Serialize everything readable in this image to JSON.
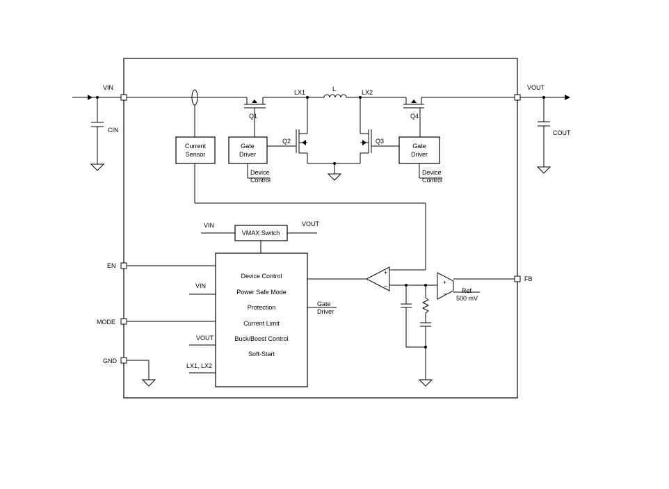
{
  "pins": {
    "vin": "VIN",
    "vout": "VOUT",
    "en": "EN",
    "mode": "MODE",
    "gnd": "GND",
    "fb": "FB"
  },
  "caps": {
    "cin": "CIN",
    "cout": "COUT"
  },
  "inductor": "L",
  "nodes": {
    "lx1": "LX1",
    "lx2": "LX2"
  },
  "transistors": {
    "q1": "Q1",
    "q2": "Q2",
    "q3": "Q3",
    "q4": "Q4"
  },
  "blocks": {
    "current_sensor": [
      "Current",
      "Sensor"
    ],
    "gate_driver_left": [
      "Gate",
      "Driver"
    ],
    "gate_driver_right": [
      "Gate",
      "Driver"
    ],
    "vmax_switch": "VMAX Switch",
    "control_block": [
      "Device Control",
      "Power Safe Mode",
      "Protection",
      "Current Limit",
      "Buck/Boost Control",
      "Soft-Start"
    ]
  },
  "device_control_labels": {
    "left": [
      "Device",
      "Control"
    ],
    "right": [
      "Device",
      "Control"
    ]
  },
  "inputs": {
    "vmax_vin": "VIN",
    "vmax_vout": "VOUT",
    "ctrl_vin": "VIN",
    "ctrl_vout": "VOUT",
    "ctrl_lx": "LX1, LX2"
  },
  "outputs": {
    "gate_driver": [
      "Gate",
      "Driver"
    ]
  },
  "error_amp": {
    "plus": "+",
    "minus": "–"
  },
  "ref": {
    "plus": "+",
    "minus": "–",
    "label": "Ref",
    "value": "500 mV"
  }
}
